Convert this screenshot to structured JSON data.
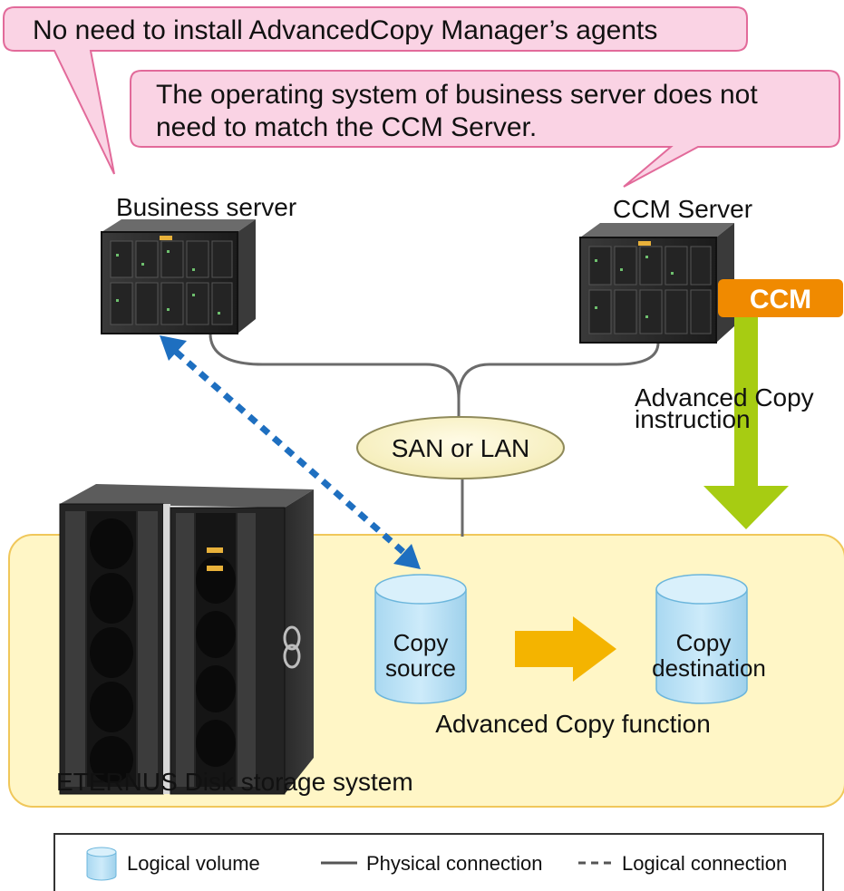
{
  "callouts": {
    "agents": "No need to install AdvancedCopy Manager’s agents",
    "os_line1": "The operating system of business server does not",
    "os_line2": "need to match the CCM Server."
  },
  "servers": {
    "business": "Business server",
    "ccm": "CCM Server",
    "ccm_badge": "CCM"
  },
  "network": {
    "label": "SAN or LAN"
  },
  "instruction": {
    "line1": "Advanced Copy",
    "line2": "instruction"
  },
  "storage": {
    "system_label": "ETERNUS Disk storage system",
    "function_label": "Advanced Copy function",
    "source": {
      "line1": "Copy",
      "line2": "source"
    },
    "destination": {
      "line1": "Copy",
      "line2": "destination"
    }
  },
  "legend": {
    "logical_volume": "Logical volume",
    "physical": "Physical connection",
    "logical": "Logical connection"
  },
  "colors": {
    "callout_fill": "#fad3e4",
    "callout_stroke": "#e26a9a",
    "storage_fill": "#fff6c6",
    "storage_stroke": "#f0c75a",
    "ccm_badge": "#f08a00",
    "instruction_arrow": "#a7cc12",
    "copy_arrow": "#f4b400",
    "volume_fill": "#bfe2f5",
    "logical_link": "#1e6fc0"
  }
}
